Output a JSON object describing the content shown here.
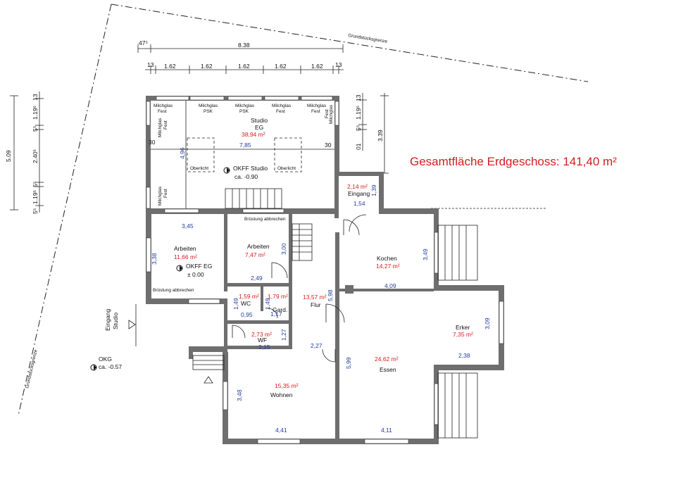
{
  "colors": {
    "area_text": "#d21e1e",
    "dim_text": "#1f3d9c",
    "wall": "#6e6e6e",
    "title_text": "#d21e1e"
  },
  "total_area": "Gesamtfläche Erdgeschoss: 141,40 m²",
  "boundary_labels": {
    "top": "Grundstücksgrenze",
    "left": "Grundstücksgrenze"
  },
  "rooms": {
    "studio": {
      "name": "Studio",
      "level": "EG",
      "area": "38,94 m²"
    },
    "eingang": {
      "name": "Eingang",
      "area": "2,14 m²"
    },
    "arbeiten1": {
      "name": "Arbeiten",
      "area": "11,66 m²"
    },
    "arbeiten2": {
      "name": "Arbeiten",
      "area": "7,47 m²"
    },
    "kochen": {
      "name": "Kochen",
      "area": "14,27 m²"
    },
    "wc": {
      "name": "WC",
      "area": "1,59 m²"
    },
    "gard": {
      "name": "Gard.",
      "area": "1,79 m²"
    },
    "flur": {
      "name": "Flur",
      "area": "13,57 m²"
    },
    "wf": {
      "name": "WF",
      "area": "2,73 m²"
    },
    "erker": {
      "name": "Erker",
      "area": "7,35 m²"
    },
    "essen": {
      "name": "Essen",
      "area": "24,62 m²"
    },
    "wohnen": {
      "name": "Wohnen",
      "area": "15,35 m²"
    }
  },
  "levels": {
    "okff_studio": {
      "label": "OKFF Studio",
      "value": "ca. -0.90"
    },
    "okff_eg": {
      "label": "OKFF EG",
      "value": "± 0.00"
    },
    "okg": {
      "label": "OKG",
      "value": "ca. -0.57"
    }
  },
  "labels": {
    "milchglas": "Milchglas",
    "fest": "Fest",
    "psk": "PSK",
    "oberlicht": "Oberlicht",
    "bruestung": "Brüstung abbrechen",
    "eingang_studio_1": "Eingang",
    "eingang_studio_2": "Studio"
  },
  "dims": {
    "top_left_small": "47⁵",
    "top_total": "8.38",
    "seg_13a": "13",
    "seg_1": "1.62",
    "seg_2": "1.62",
    "seg_3": "1.62",
    "seg_4": "1.62",
    "seg_5": "1.62",
    "seg_13b": "13",
    "left_total": "5.09",
    "left_13": "13",
    "left_119a": "1.19⁵",
    "left_5a": "5⁵",
    "left_240": "2.40⁵",
    "left_5b": "5⁵",
    "left_119b": "1.19⁵",
    "left_5c": "5⁵",
    "right_13": "13",
    "right_119": "1.19⁵",
    "right_5": "5⁵",
    "right_01": "01",
    "right_339": "3.39",
    "studio_w": "7,85",
    "studio_h": "4,96",
    "studio_30a": "30",
    "studio_30b": "30",
    "eingang_h": "1,39",
    "eingang_w": "1,54",
    "arbeiten1_w": "3,45",
    "arbeiten1_h": "3,38",
    "arbeiten2_h": "3,00",
    "arbeiten2_w": "2,49",
    "kochen_h": "3,49",
    "kochen_w": "4,09",
    "wc_h": "1,49",
    "wc_w": "0,95",
    "gard_w": "1,17",
    "gard_h": "1,49",
    "flur_h": "5,98",
    "flur_w": "2,27",
    "wf_w": "2,15",
    "wf_h": "1,27",
    "erker_h": "3,09",
    "erker_w": "2,38",
    "essen_h": "5,99",
    "wohnen_h": "3,48",
    "wohnen_w": "4,41",
    "essen_w": "4,11"
  }
}
